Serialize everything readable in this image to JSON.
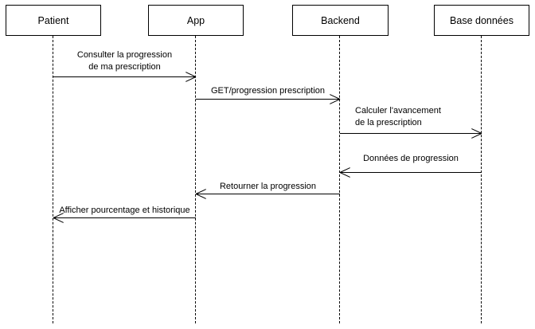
{
  "diagram": {
    "type": "uml-sequence-diagram",
    "colors": {
      "line": "#000000",
      "background": "#ffffff",
      "text": "#000000"
    },
    "actors": [
      {
        "label": "Patient"
      },
      {
        "label": "App"
      },
      {
        "label": "Backend"
      },
      {
        "label": "Base données"
      }
    ],
    "messages": [
      {
        "from": "Patient",
        "to": "App",
        "text": "Consulter la progression\nde ma prescription"
      },
      {
        "from": "App",
        "to": "Backend",
        "text": "GET/progression prescription"
      },
      {
        "from": "Backend",
        "to": "Base données",
        "text": "Calculer l'avancement\nde la prescription"
      },
      {
        "from": "Base données",
        "to": "Backend",
        "text": "Données de progression"
      },
      {
        "from": "Backend",
        "to": "App",
        "text": "Retourner la progression"
      },
      {
        "from": "App",
        "to": "Patient",
        "text": "Afficher pourcentage et historique"
      }
    ]
  }
}
